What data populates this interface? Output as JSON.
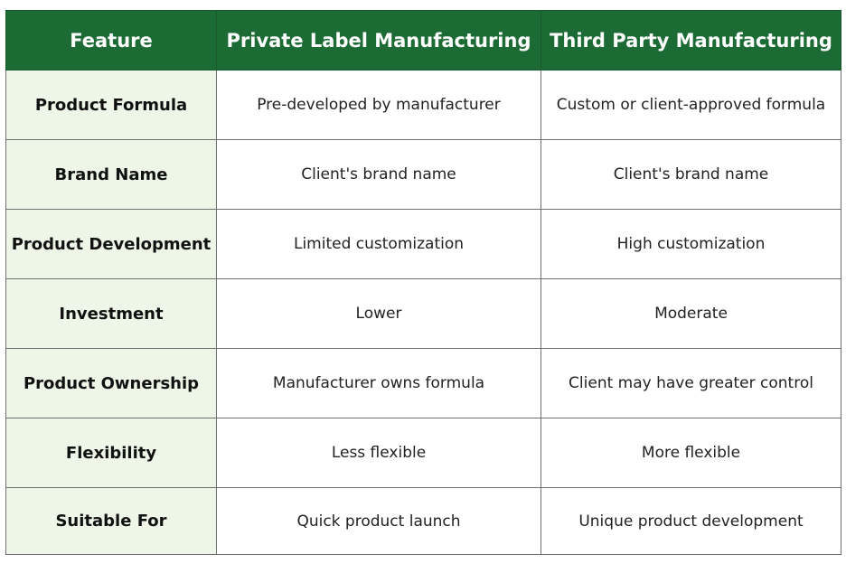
{
  "colors": {
    "header_bg": "#1d6b34",
    "header_text": "#ffffff",
    "feature_bg": "#eef6e8",
    "border": "#6f6f6f"
  },
  "table": {
    "headers": [
      "Feature",
      "Private Label Manufacturing",
      "Third Party Manufacturing"
    ],
    "rows": [
      [
        "Product Formula",
        "Pre-developed by manufacturer",
        "Custom or client-approved formula"
      ],
      [
        "Brand Name",
        "Client's brand name",
        "Client's brand name"
      ],
      [
        "Product Development",
        "Limited customization",
        "High customization"
      ],
      [
        "Investment",
        "Lower",
        "Moderate"
      ],
      [
        "Product Ownership",
        "Manufacturer owns formula",
        "Client may have greater control"
      ],
      [
        "Flexibility",
        "Less flexible",
        "More flexible"
      ],
      [
        "Suitable For",
        "Quick product launch",
        "Unique product development"
      ]
    ]
  }
}
